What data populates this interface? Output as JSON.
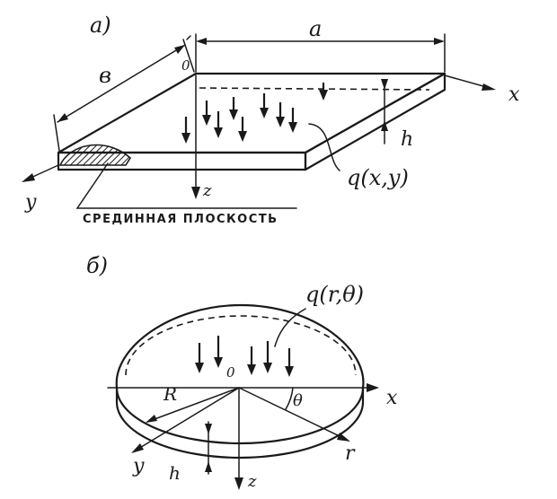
{
  "figure_a": {
    "panel_label": "а)",
    "dim_a": "a",
    "dim_b": "в",
    "origin": "0",
    "axis_x": "x",
    "axis_y": "y",
    "axis_z": "z",
    "thickness": "h",
    "load": "q(x,y)",
    "mid_plane": "СРЕДИННАЯ ПЛОСКОСТЬ"
  },
  "figure_b": {
    "panel_label": "б)",
    "load": "q(r,θ)",
    "origin": "0",
    "radius": "R",
    "angle": "θ",
    "axis_x": "x",
    "axis_y": "y",
    "axis_z": "z",
    "axis_r": "r",
    "thickness": "h"
  }
}
